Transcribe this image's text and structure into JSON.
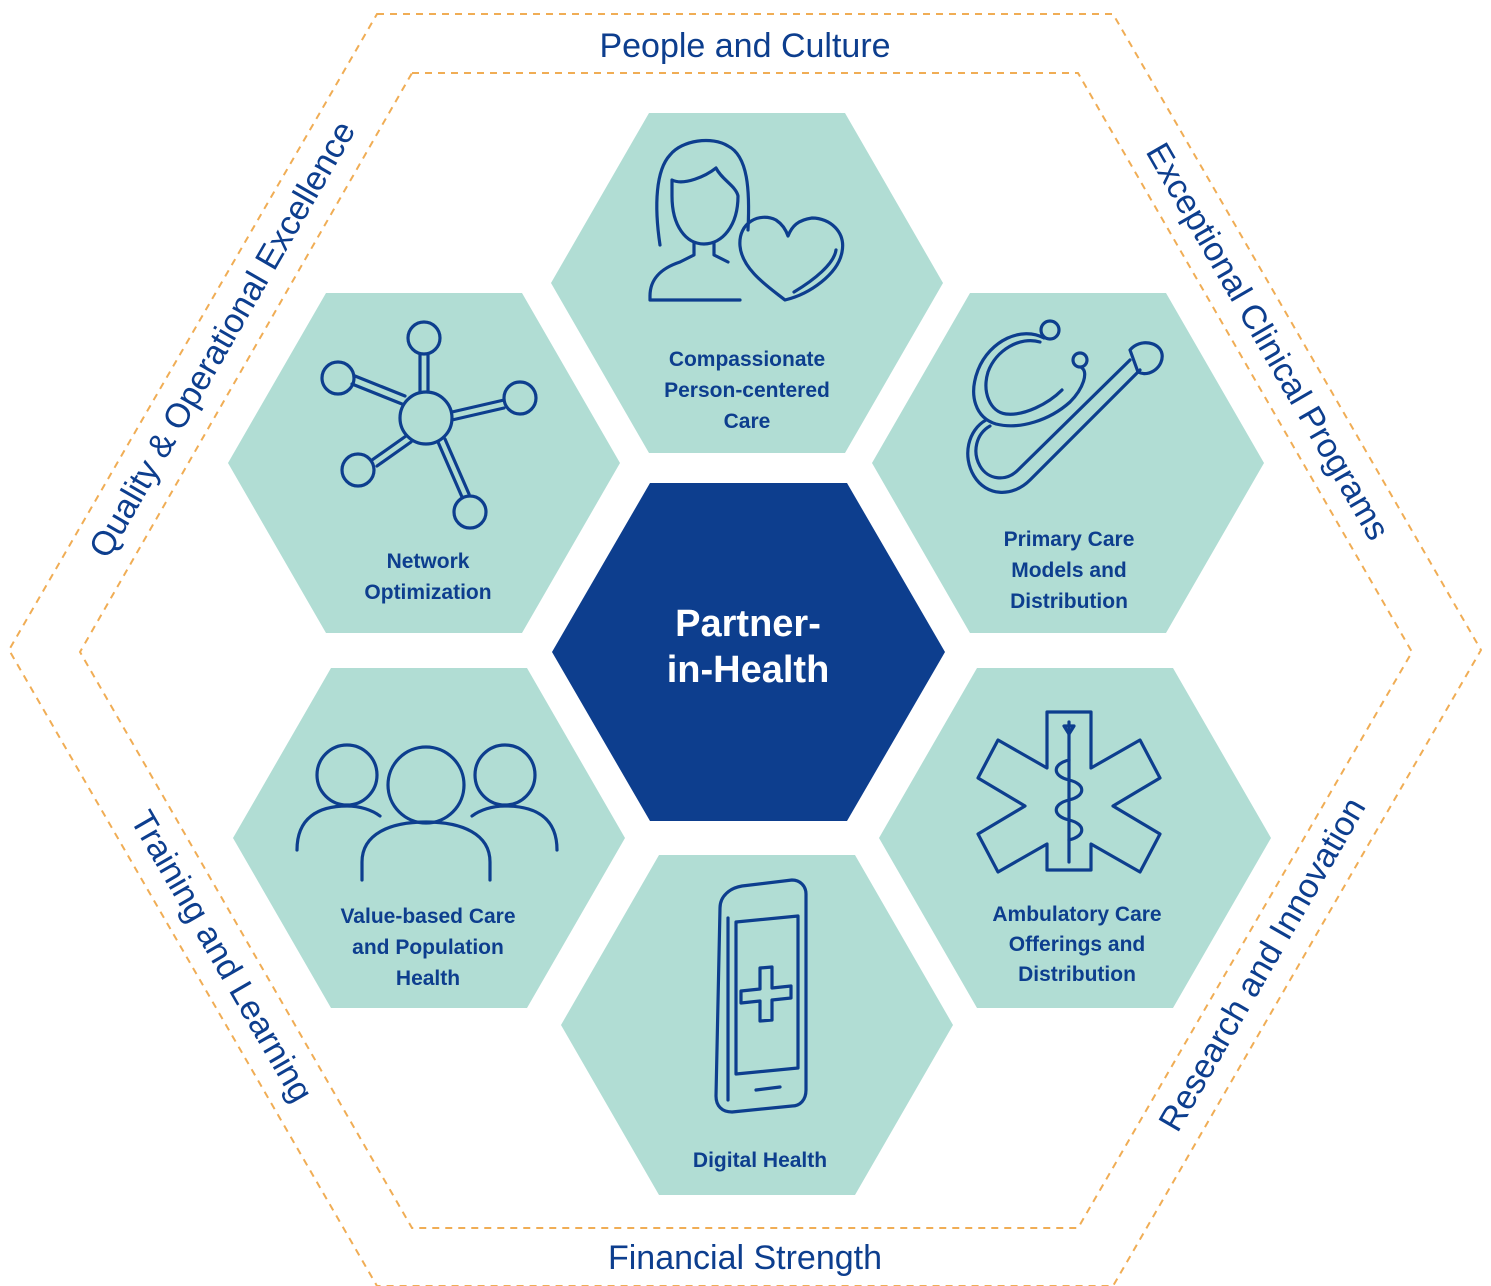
{
  "colors": {
    "dash": "#f0ad55",
    "navy": "#0d3e8e",
    "teal": "#b1ddd4",
    "white": "#ffffff"
  },
  "ring": {
    "top": "People and Culture",
    "bottom": "Financial Strength",
    "upper_left": "Quality & Operational Excellence",
    "upper_right": "Exceptional Clinical Programs",
    "lower_left": "Training and Learning",
    "lower_right": "Research and Innovation"
  },
  "center": {
    "lines": [
      "Partner-",
      "in-Health"
    ]
  },
  "hexes": [
    {
      "id": "compassionate",
      "icon": "person-heart-icon",
      "lines": [
        "Compassionate",
        "Person-centered",
        "Care"
      ]
    },
    {
      "id": "primary-care",
      "icon": "stethoscope-icon",
      "lines": [
        "Primary Care",
        "Models and",
        "Distribution"
      ]
    },
    {
      "id": "ambulatory",
      "icon": "star-of-life-icon",
      "lines": [
        "Ambulatory Care",
        "Offerings and",
        "Distribution"
      ]
    },
    {
      "id": "digital-health",
      "icon": "smartphone-cross-icon",
      "lines": [
        "Digital Health"
      ]
    },
    {
      "id": "value-based",
      "icon": "group-people-icon",
      "lines": [
        "Value-based Care",
        "and Population",
        "Health"
      ]
    },
    {
      "id": "network",
      "icon": "network-nodes-icon",
      "lines": [
        "Network",
        "Optimization"
      ]
    }
  ]
}
